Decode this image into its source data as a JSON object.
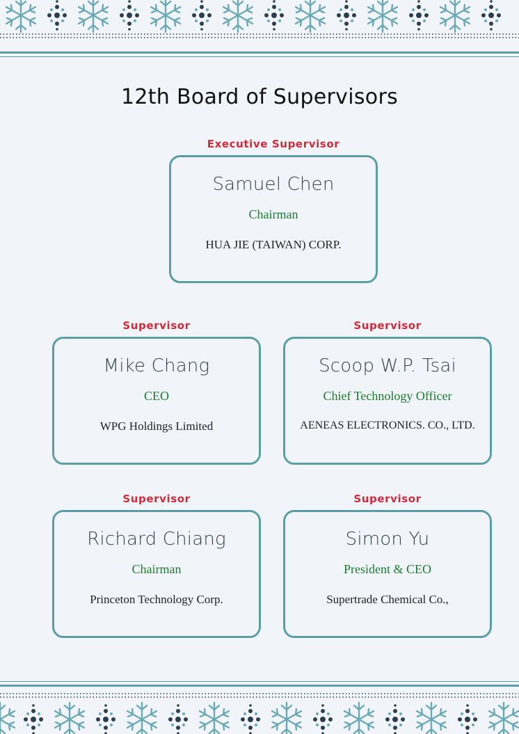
{
  "page": {
    "title": "12th Board of Supervisors"
  },
  "members": [
    {
      "role": "Executive Supervisor",
      "name": "Samuel Chen",
      "position": "Chairman",
      "company": "HUA JIE (TAIWAN) CORP."
    },
    {
      "role": "Supervisor",
      "name": "Mike Chang",
      "position": "CEO",
      "company": "WPG Holdings Limited"
    },
    {
      "role": "Supervisor",
      "name": "Scoop W.P. Tsai",
      "position": "Chief Technology Officer",
      "company": "AENEAS ELECTRONICS. CO., LTD."
    },
    {
      "role": "Supervisor",
      "name": "Richard Chiang",
      "position": "Chairman",
      "company": "Princeton Technology Corp."
    },
    {
      "role": "Supervisor",
      "name": "Simon Yu",
      "position": "President & CEO",
      "company": "Supertrade Chemical Co.,"
    }
  ],
  "colors": {
    "accent_teal": "#5a9ea3",
    "role_red": "#d12a3a",
    "position_green": "#1a7b2e",
    "background": "#f1f5fa"
  },
  "decoration": {
    "pattern": [
      "snowflake-icon",
      "ornament-icon"
    ]
  }
}
